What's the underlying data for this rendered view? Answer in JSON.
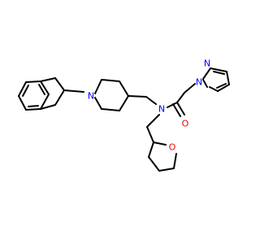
{
  "molecule": {
    "atoms": {
      "n_piperidine": {
        "symbol": "N",
        "color": "#0000ff"
      },
      "n_amide": {
        "symbol": "N",
        "color": "#0000ff"
      },
      "o_carbonyl": {
        "symbol": "O",
        "color": "#ff0000"
      },
      "n_pyrazole_1": {
        "symbol": "N",
        "color": "#0000ff"
      },
      "n_pyrazole_2": {
        "symbol": "N",
        "color": "#0000ff"
      },
      "o_thf": {
        "symbol": "O",
        "color": "#ff0000"
      }
    },
    "colors": {
      "bond": "#000000",
      "nitrogen": "#0000ff",
      "oxygen": "#ff0000",
      "background": "#ffffff"
    }
  }
}
